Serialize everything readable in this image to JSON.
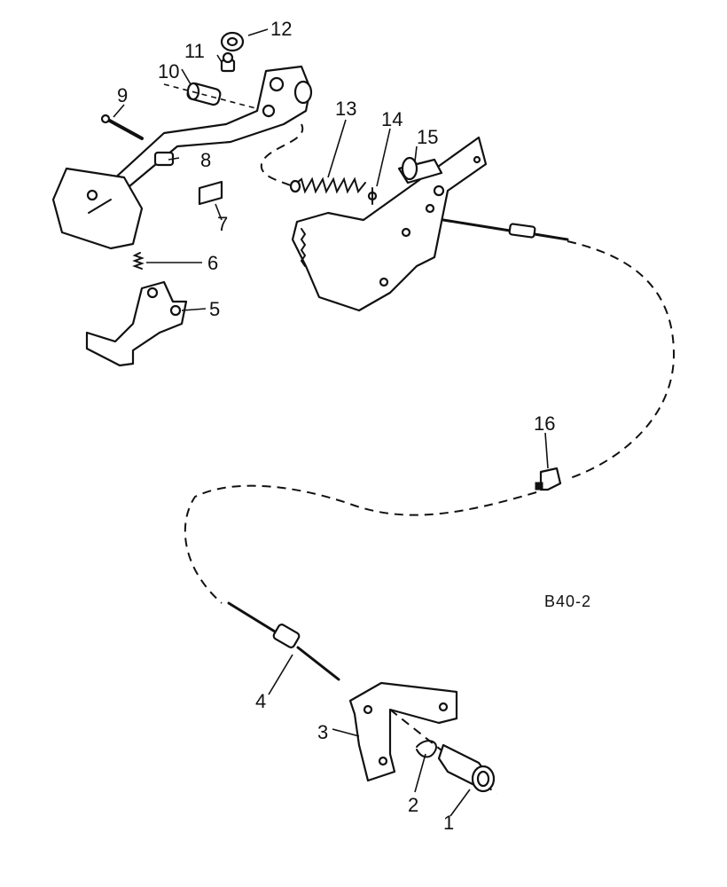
{
  "diagram": {
    "code": "B40-2",
    "labels": {
      "p1": "1",
      "p2": "2",
      "p3": "3",
      "p4": "4",
      "p5": "5",
      "p6": "6",
      "p7": "7",
      "p8": "8",
      "p9": "9",
      "p10": "10",
      "p11": "11",
      "p12": "12",
      "p13": "13",
      "p14": "14",
      "p15": "15",
      "p16": "16"
    }
  }
}
